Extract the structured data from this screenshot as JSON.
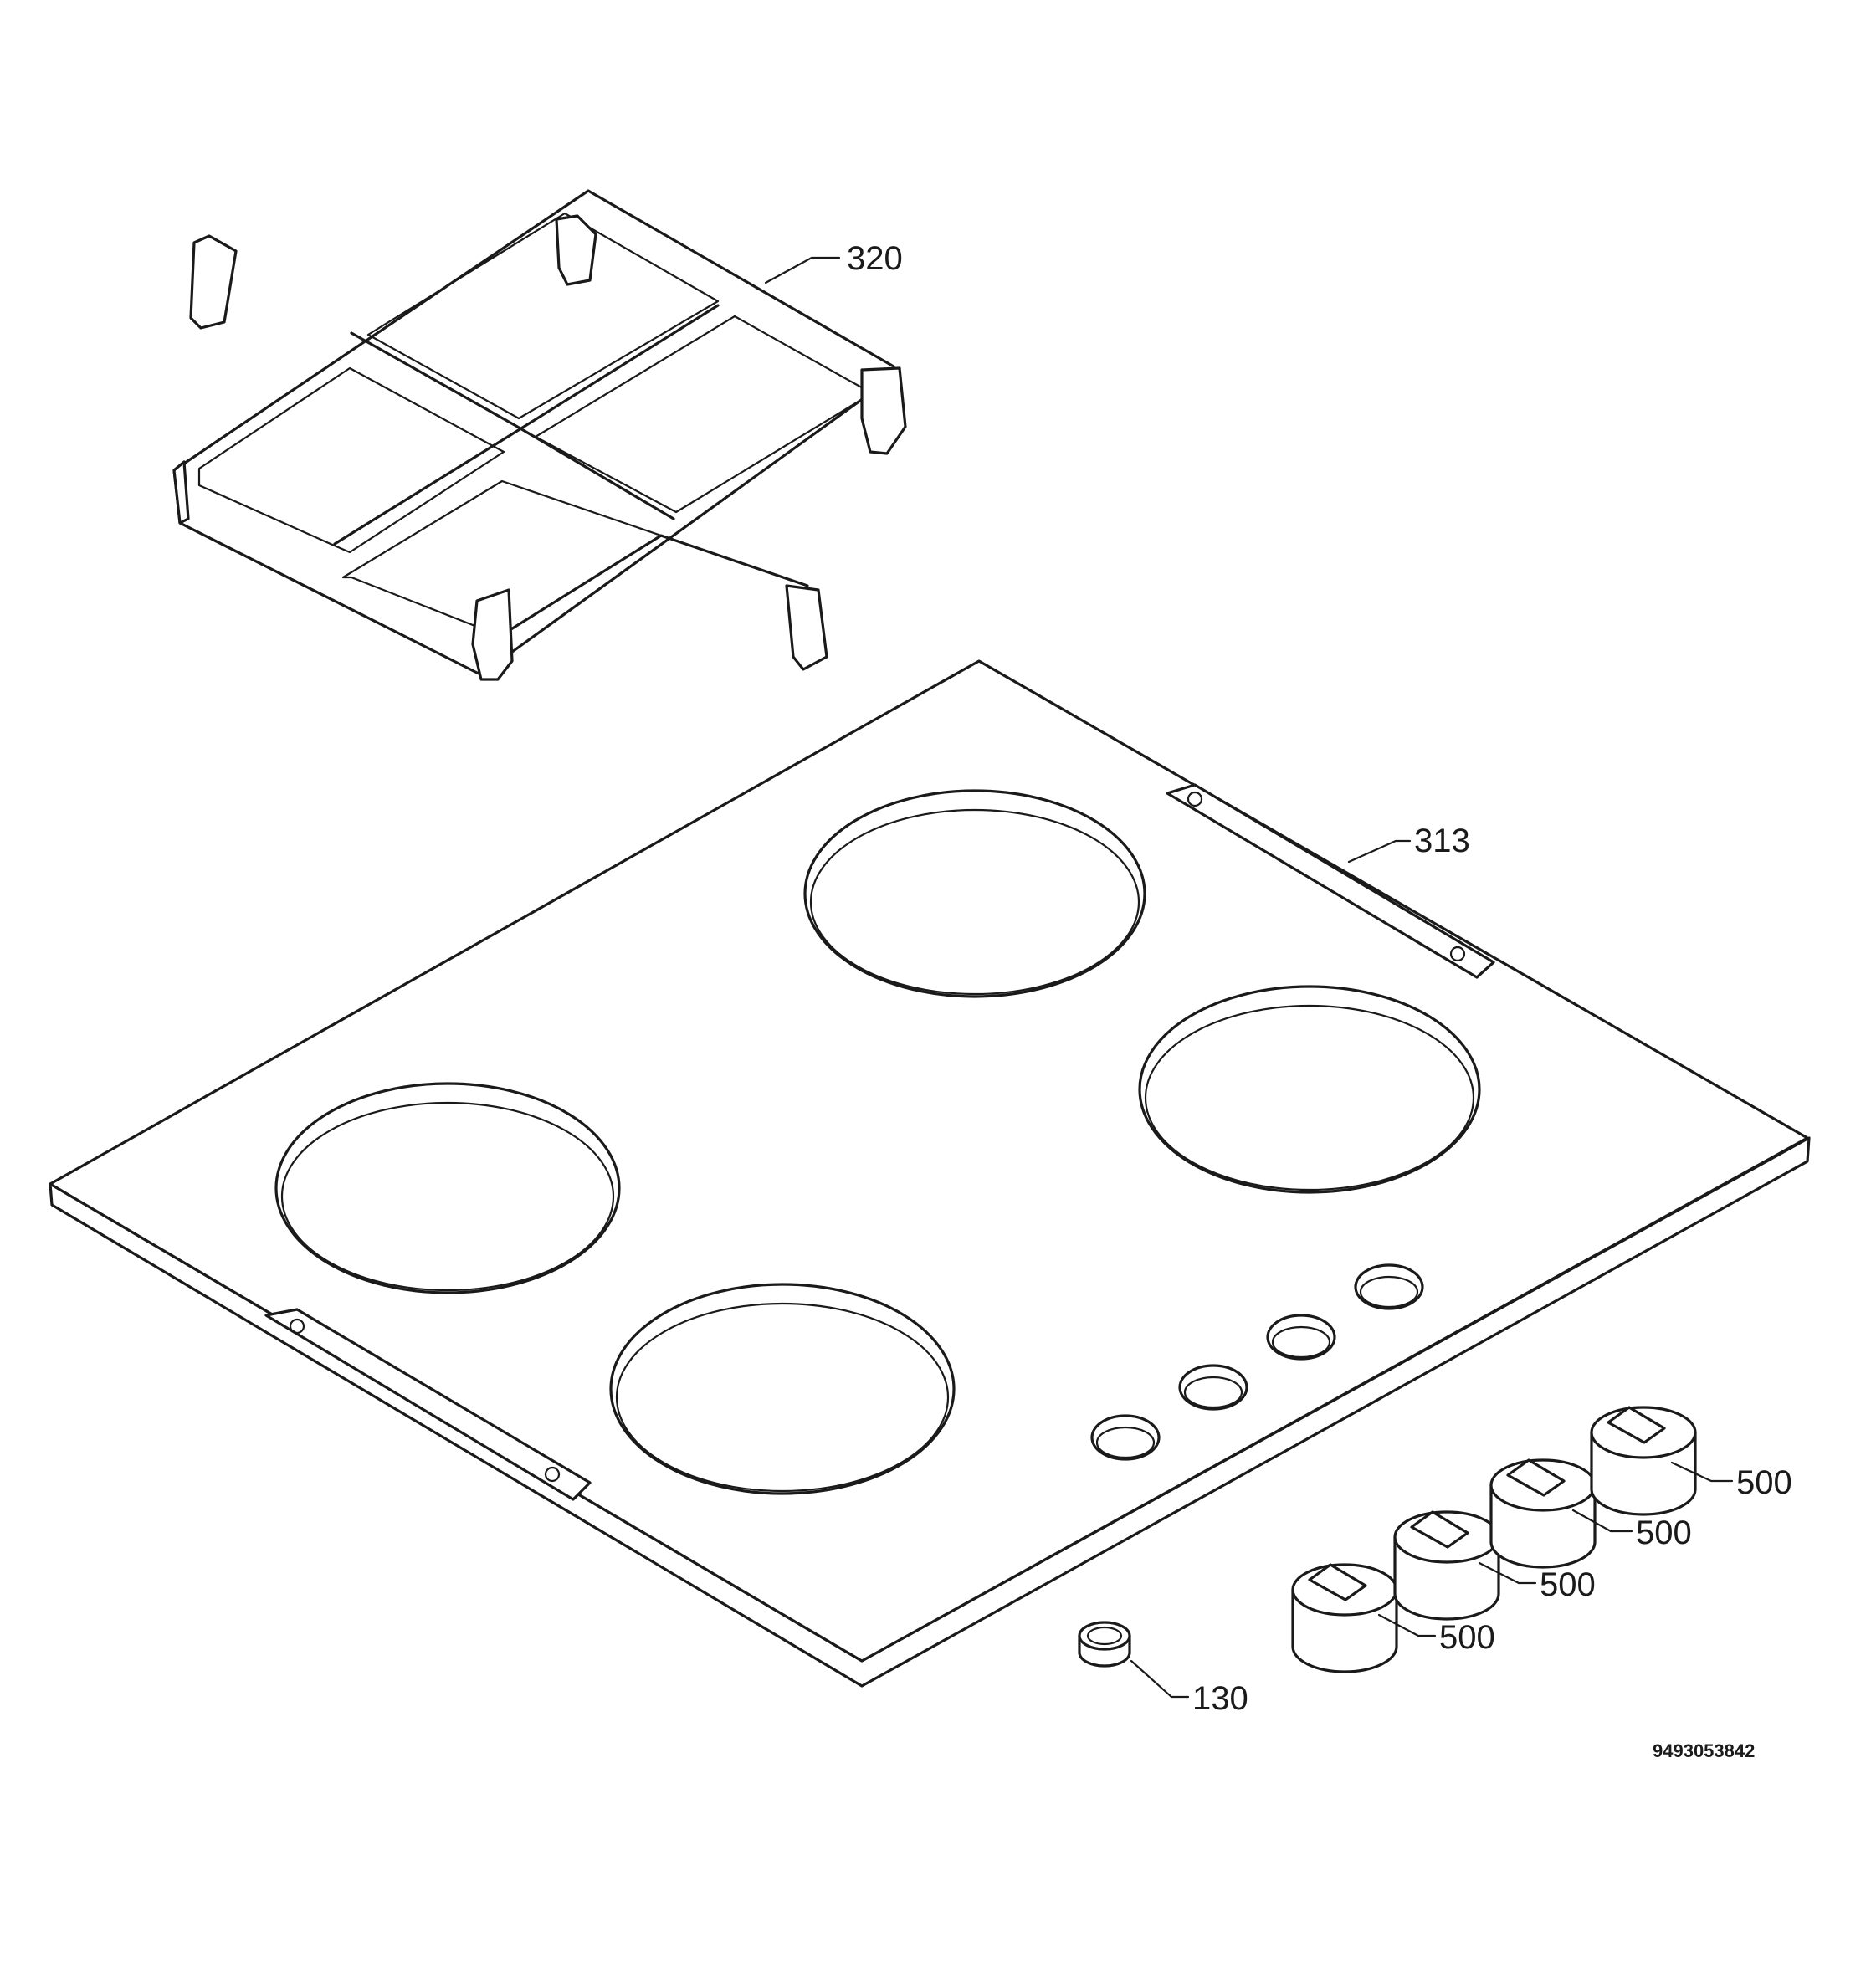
{
  "callouts": {
    "grate": "320",
    "top_plate": "313",
    "knob_1": "500",
    "knob_2": "500",
    "knob_3": "500",
    "knob_4": "500",
    "seal": "130"
  },
  "diagram_code": "9493053842"
}
